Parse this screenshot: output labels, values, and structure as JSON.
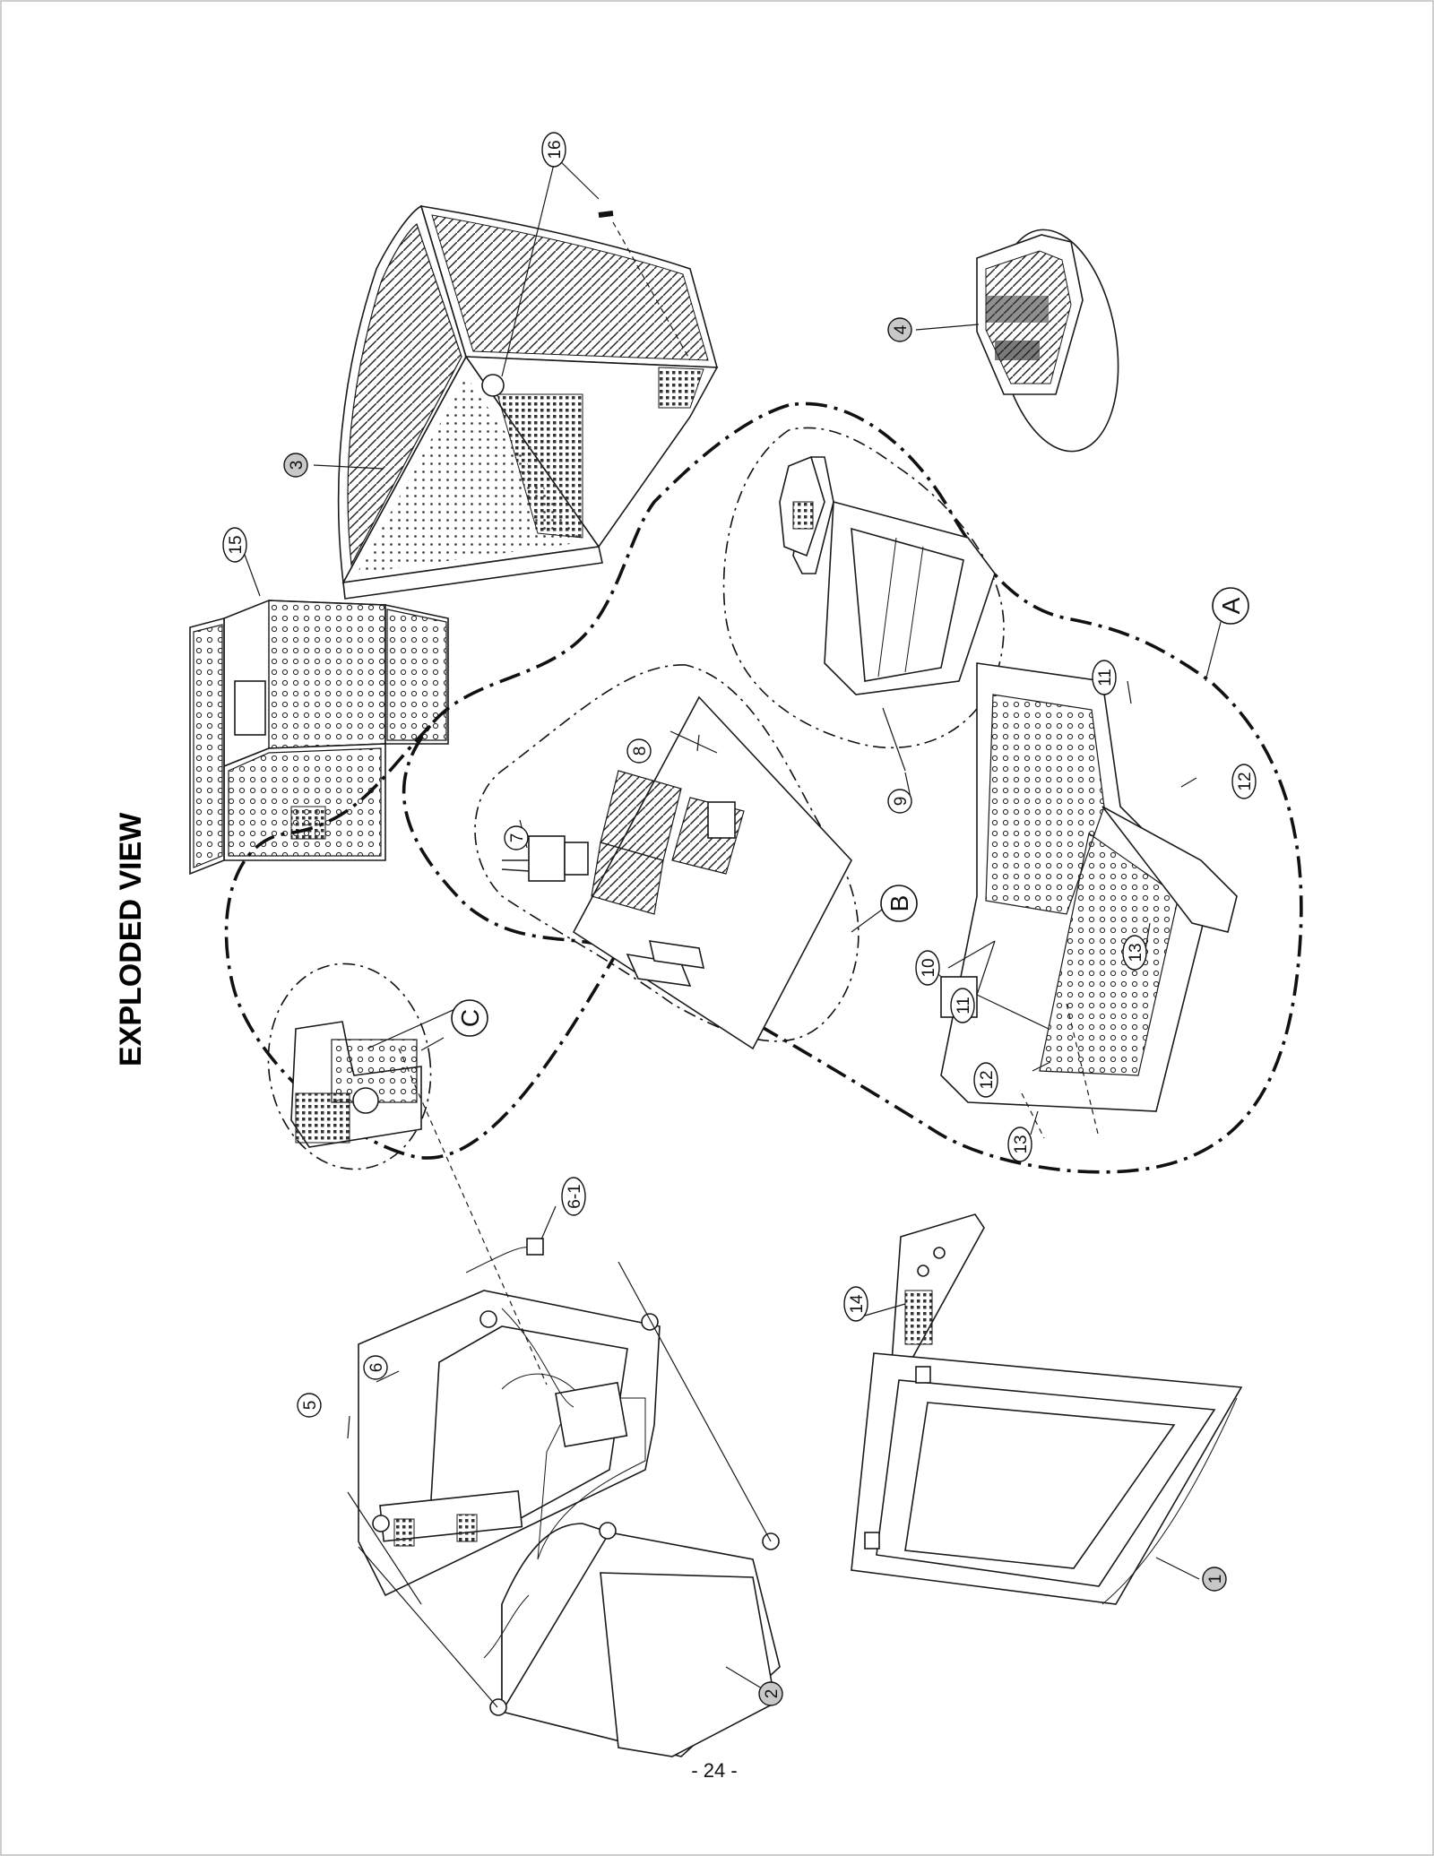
{
  "title": "EXPLODED VIEW",
  "page_number": "- 24 -",
  "callouts": {
    "c1": "1",
    "c2": "2",
    "c3": "3",
    "c4": "4",
    "c5": "5",
    "c6": "6",
    "c6_1": "6-1",
    "c7": "7",
    "c8": "8",
    "c9": "9",
    "c10": "10",
    "c11a": "11",
    "c11b": "11",
    "c12a": "12",
    "c12b": "12",
    "c13a": "13",
    "c13b": "13",
    "c14": "14",
    "c15": "15",
    "c16": "16"
  },
  "groups": {
    "a": "A",
    "b": "B",
    "c": "C"
  }
}
